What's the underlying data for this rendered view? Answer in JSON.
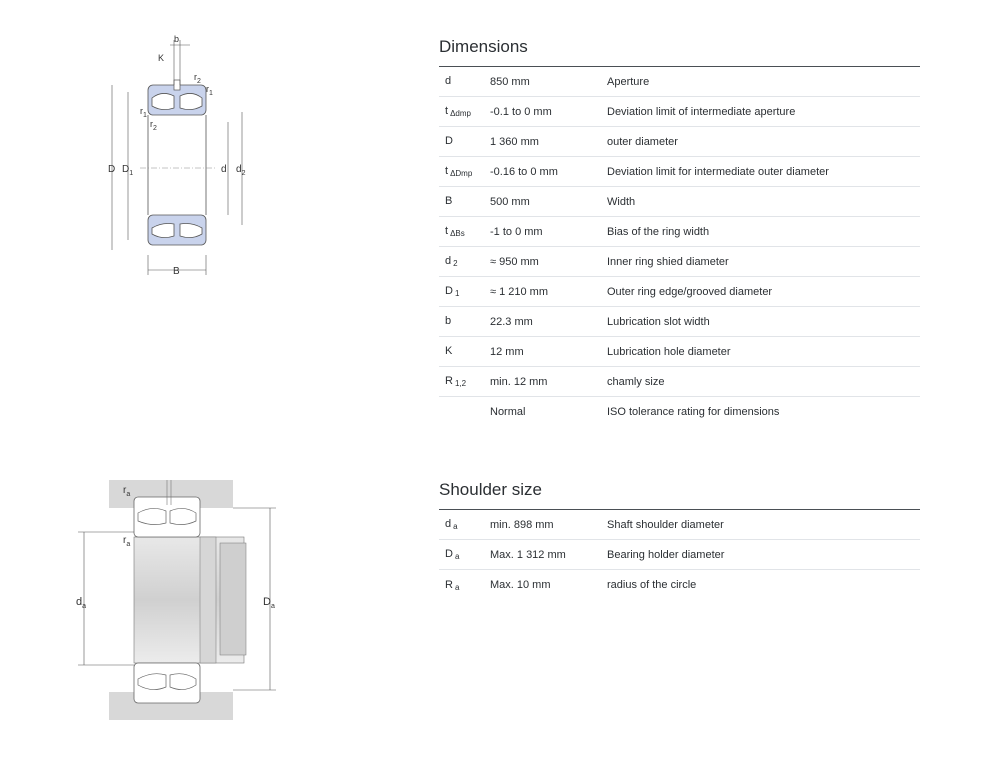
{
  "diagrams": {
    "bearing": {
      "labels": {
        "b": "b",
        "K": "K",
        "r1": "r",
        "r1_sub": "1",
        "r2": "r",
        "r2_sub": "2",
        "D": "D",
        "D1": "D",
        "D1_sub": "1",
        "d": "d",
        "d2": "d",
        "d2_sub": "2",
        "B": "B"
      }
    },
    "shoulder": {
      "labels": {
        "ra": "r",
        "ra_sub": "a",
        "da": "d",
        "da_sub": "a",
        "Da": "D",
        "Da_sub": "a"
      }
    }
  },
  "dimensions": {
    "title": "Dimensions",
    "rows": [
      {
        "sym": "d",
        "sub": "",
        "value": "850 mm",
        "desc": "Aperture"
      },
      {
        "sym": "t",
        "sub": "Δdmp",
        "value": "-0.1 to 0 mm",
        "desc": "Deviation limit of intermediate aperture"
      },
      {
        "sym": "D",
        "sub": "",
        "value": "1 360 mm",
        "desc": "outer diameter"
      },
      {
        "sym": "t",
        "sub": "ΔDmp",
        "value": "-0.16 to 0 mm",
        "desc": "Deviation limit for intermediate outer diameter"
      },
      {
        "sym": "B",
        "sub": "",
        "value": "500 mm",
        "desc": "Width"
      },
      {
        "sym": "t",
        "sub": "ΔBs",
        "value": "-1 to 0 mm",
        "desc": "Bias of the ring width"
      },
      {
        "sym": "d",
        "sub": "2",
        "value": "≈ 950 mm",
        "desc": "Inner ring shied diameter"
      },
      {
        "sym": "D",
        "sub": "1",
        "value": "≈ 1 210 mm",
        "desc": "Outer ring edge/grooved diameter"
      },
      {
        "sym": "b",
        "sub": "",
        "value": "22.3 mm",
        "desc": "Lubrication slot width"
      },
      {
        "sym": "K",
        "sub": "",
        "value": "12 mm",
        "desc": "Lubrication hole diameter"
      },
      {
        "sym": "R",
        "sub": "1,2",
        "value": "min. 12 mm",
        "desc": "chamly size"
      },
      {
        "sym": "",
        "sub": "",
        "value": "Normal",
        "desc": "ISO tolerance rating for dimensions"
      }
    ]
  },
  "shoulder": {
    "title": "Shoulder size",
    "rows": [
      {
        "sym": "d",
        "sub": "a",
        "value": "min. 898 mm",
        "desc": "Shaft shoulder diameter"
      },
      {
        "sym": "D",
        "sub": "a",
        "value": "Max. 1 312 mm",
        "desc": "Bearing holder diameter"
      },
      {
        "sym": "R",
        "sub": "a",
        "value": "Max. 10 mm",
        "desc": "radius of the circle"
      }
    ]
  }
}
